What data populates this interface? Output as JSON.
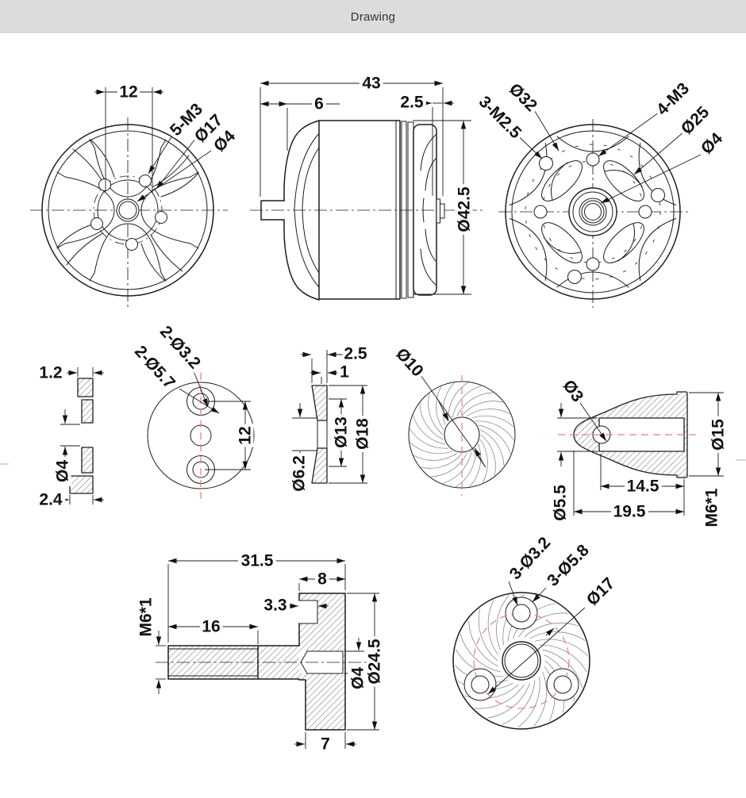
{
  "header": {
    "title": "Drawing"
  },
  "colors": {
    "ink": "#1c1c1c",
    "centerline_red": "#e2807a",
    "header_bg": "#dcdcdc",
    "header_text": "#333333"
  },
  "views": {
    "rotor_front_view": {
      "hole_spacing": "12",
      "bolt_label": "5-M3",
      "bolt_circle": "Ø17",
      "shaft_hole": "Ø4"
    },
    "motor_side_view": {
      "total_length": "43",
      "bell_depth": "6",
      "shaft_protrusion": "2.5",
      "outer_diameter": "Ø42.5"
    },
    "stator_rear_view": {
      "mount_holes_small": "3-M2.5",
      "mount_circle_large": "Ø32",
      "mount_holes": "4-M3",
      "mount_circle": "Ø25",
      "shaft_hole": "Ø4"
    },
    "shim_section": {
      "top_thickness": "1.2",
      "bore": "Ø4",
      "bottom_thickness": "2.4"
    },
    "pin_plate": {
      "pin_holes": "2-Ø3.2",
      "counterbores": "2-Ø5.7",
      "hole_spacing": "12"
    },
    "cone_washer_section": {
      "total_thickness": "2.5",
      "flange_thickness": "1",
      "mid_diameter": "Ø13",
      "outer_diameter": "Ø18",
      "bore": "Ø6.2"
    },
    "knurled_disc": {
      "bore": "Ø10"
    },
    "prop_nut_section": {
      "tip_hole": "Ø3",
      "bore": "Ø5.5",
      "outer_diameter": "Ø15",
      "thread_depth": "14.5",
      "total_length": "19.5",
      "thread": "M6*1"
    },
    "prop_adapter_section": {
      "total_length": "31.5",
      "head_width": "8",
      "slot_width": "3.3",
      "shaft_thread": "M6*1",
      "thread_length": "16",
      "head_diameter": "Ø24.5",
      "bore": "Ø4",
      "boss_width": "7"
    },
    "drive_hub": {
      "screw_holes": "3-Ø3.2",
      "counterbores": "3-Ø5.8",
      "bolt_circle": "Ø17"
    }
  }
}
